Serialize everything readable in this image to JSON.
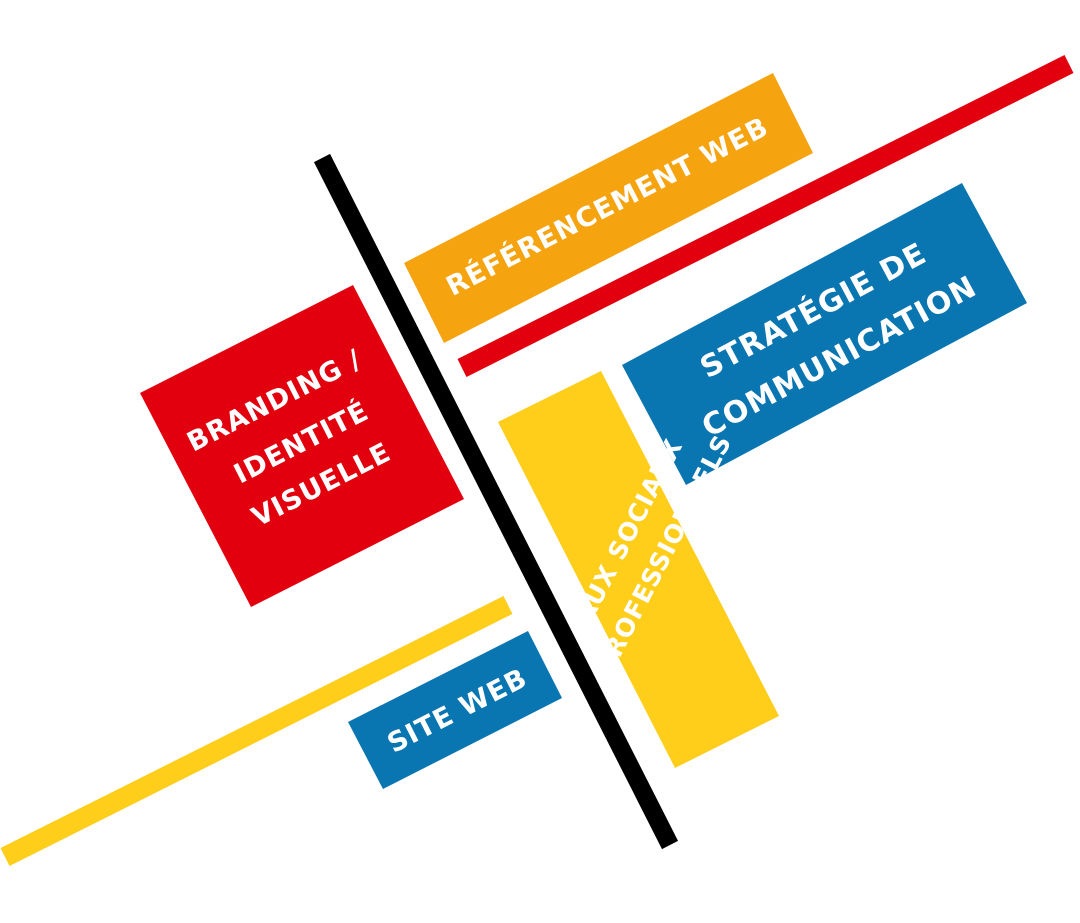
{
  "colors": {
    "red": "#e2000f",
    "orange": "#f5a40f",
    "blue": "#0a76b1",
    "yellow": "#fece1b",
    "black": "#000000",
    "text": "#ffffff"
  },
  "blocks": {
    "seo": {
      "line1": "RÉFÉRENCEMENT WEB"
    },
    "strategy": {
      "line1": "STRATÉGIE DE",
      "line2": "COMMUNICATION"
    },
    "branding": {
      "line1": "BRANDING /",
      "line2": "IDENTITÉ",
      "line3": "VISUELLE"
    },
    "social": {
      "line1": "RÉSEAUX SOCIAUX",
      "line2": "PROFESSIONNELS"
    },
    "website": {
      "line1": "SITE WEB"
    }
  }
}
